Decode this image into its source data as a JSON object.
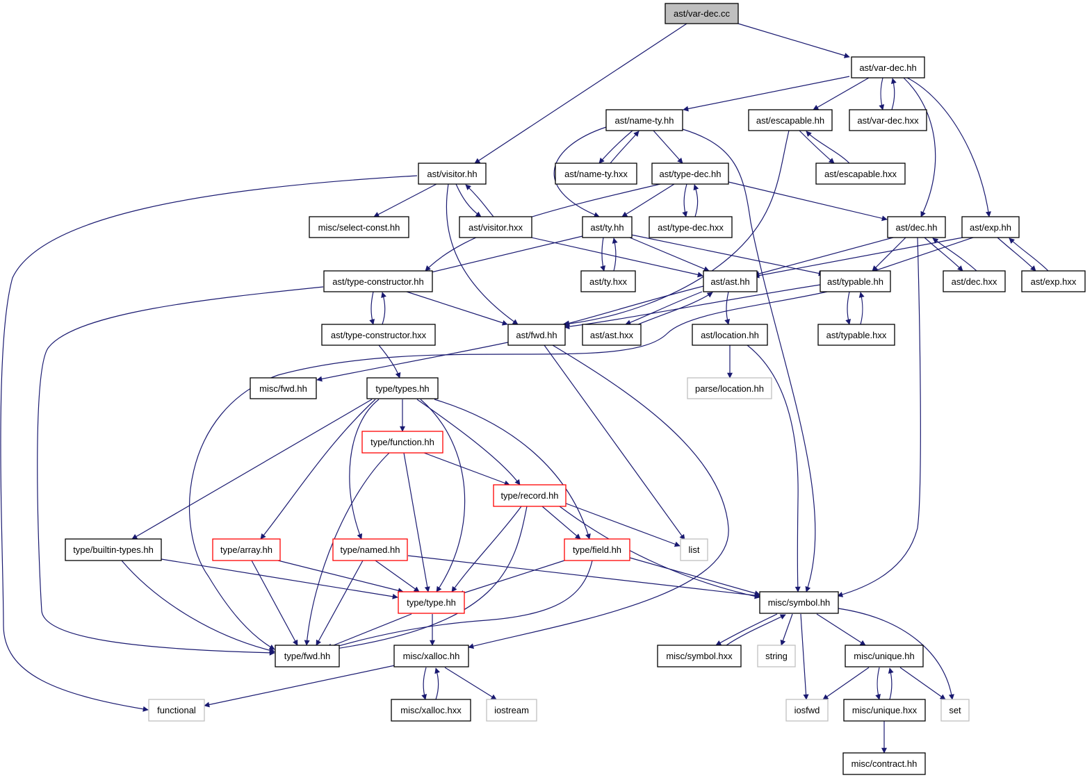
{
  "colors": {
    "edge": "#191970",
    "root_fill": "#bfbfbf",
    "box_border": "#000000",
    "incomplete_border": "#ff0000",
    "external_border": "#bfbfbf"
  },
  "nodes": {
    "var_dec_cc": "ast/var-dec.cc",
    "var_dec_hh": "ast/var-dec.hh",
    "name_ty_hh": "ast/name-ty.hh",
    "escapable_hh": "ast/escapable.hh",
    "var_dec_hxx": "ast/var-dec.hxx",
    "visitor_hh": "ast/visitor.hh",
    "name_ty_hxx": "ast/name-ty.hxx",
    "type_dec_hh": "ast/type-dec.hh",
    "escapable_hxx": "ast/escapable.hxx",
    "select_const_hh": "misc/select-const.hh",
    "visitor_hxx": "ast/visitor.hxx",
    "ty_hh": "ast/ty.hh",
    "type_dec_hxx": "ast/type-dec.hxx",
    "dec_hh": "ast/dec.hh",
    "exp_hh": "ast/exp.hh",
    "type_constructor_hh": "ast/type-constructor.hh",
    "ty_hxx": "ast/ty.hxx",
    "ast_hh": "ast/ast.hh",
    "typable_hh": "ast/typable.hh",
    "dec_hxx": "ast/dec.hxx",
    "exp_hxx": "ast/exp.hxx",
    "type_constructor_hxx": "ast/type-constructor.hxx",
    "fwd_hh": "ast/fwd.hh",
    "ast_hxx": "ast/ast.hxx",
    "location_hh": "ast/location.hh",
    "typable_hxx": "ast/typable.hxx",
    "misc_fwd_hh": "misc/fwd.hh",
    "types_hh": "type/types.hh",
    "parse_location_hh": "parse/location.hh",
    "function_hh": "type/function.hh",
    "record_hh": "type/record.hh",
    "builtin_types_hh": "type/builtin-types.hh",
    "array_hh": "type/array.hh",
    "named_hh": "type/named.hh",
    "field_hh": "type/field.hh",
    "list": "list",
    "type_hh": "type/type.hh",
    "symbol_hh": "misc/symbol.hh",
    "type_fwd_hh": "type/fwd.hh",
    "xalloc_hh": "misc/xalloc.hh",
    "symbol_hxx": "misc/symbol.hxx",
    "string": "string",
    "unique_hh": "misc/unique.hh",
    "functional": "functional",
    "xalloc_hxx": "misc/xalloc.hxx",
    "iostream": "iostream",
    "iosfwd": "iosfwd",
    "unique_hxx": "misc/unique.hxx",
    "set": "set",
    "contract_hh": "misc/contract.hh"
  }
}
